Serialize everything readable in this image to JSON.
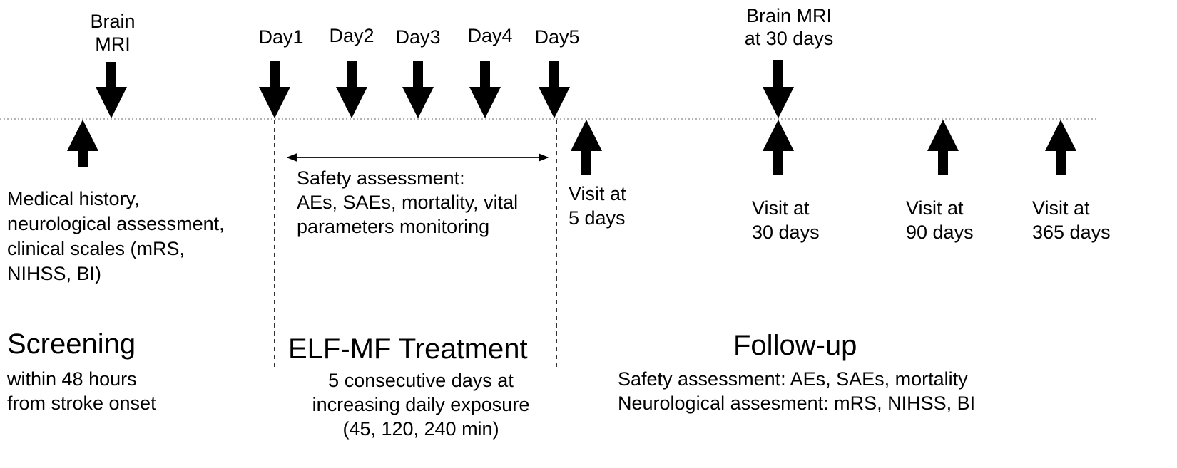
{
  "timeline": {
    "top_labels": {
      "brain_mri": [
        "Brain",
        "MRI"
      ],
      "days": [
        "Day1",
        "Day2",
        "Day3",
        "Day4",
        "Day5"
      ],
      "brain_mri_30": [
        "Brain MRI",
        "at 30 days"
      ]
    },
    "bottom_labels": {
      "screening_assessment": [
        "Medical history,",
        "neurological assessment,",
        "clinical scales (mRS,",
        "NIHSS,  BI)"
      ],
      "treatment_safety": [
        "Safety assessment:",
        "AEs, SAEs, mortality, vital",
        "parameters monitoring"
      ],
      "visit_5": [
        "Visit at",
        "5 days"
      ],
      "visit_30": [
        "Visit at",
        "30 days"
      ],
      "visit_90": [
        "Visit at",
        "90 days"
      ],
      "visit_365": [
        "Visit at",
        "365 days"
      ]
    }
  },
  "phases": {
    "screening": {
      "title": "Screening",
      "details": [
        "within 48 hours",
        "from stroke onset"
      ]
    },
    "treatment": {
      "title": "ELF-MF Treatment",
      "details": [
        "5 consecutive days at",
        "increasing daily exposure",
        "(45, 120, 240 min)"
      ]
    },
    "followup": {
      "title": "Follow-up",
      "details": [
        "Safety assessment: AEs, SAEs, mortality",
        "Neurological assesment: mRS, NIHSS,  BI"
      ]
    }
  }
}
